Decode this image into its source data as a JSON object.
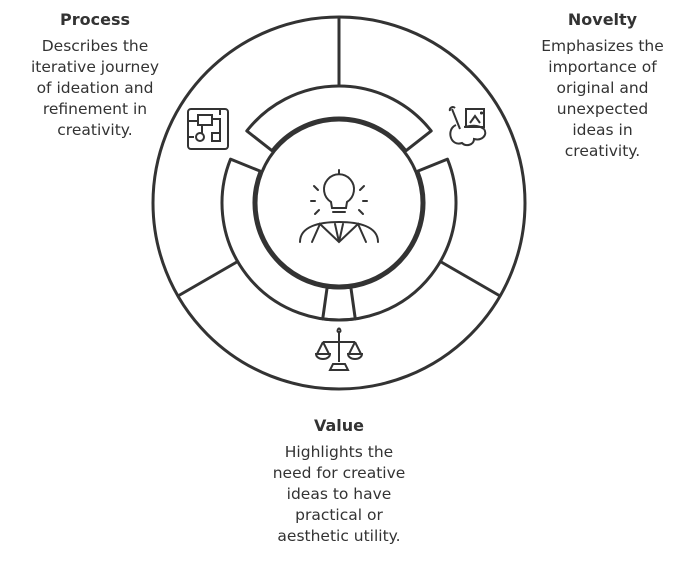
{
  "colors": {
    "stroke": "#333333",
    "background": "#ffffff"
  },
  "center": {
    "icon": "lightbulb-person-icon"
  },
  "segments": [
    {
      "id": "process",
      "title": "Process",
      "description": "Describes the\niterative journey\nof ideation and\nrefinement in\ncreativity.",
      "icon": "flowchart-icon"
    },
    {
      "id": "novelty",
      "title": "Novelty",
      "description": "Emphasizes the\nimportance of\noriginal and\nunexpected\nideas in\ncreativity.",
      "icon": "art-palette-icon"
    },
    {
      "id": "value",
      "title": "Value",
      "description": "Highlights the\nneed for creative\nideas to have\npractical or\naesthetic utility.",
      "icon": "balance-scale-icon"
    }
  ]
}
